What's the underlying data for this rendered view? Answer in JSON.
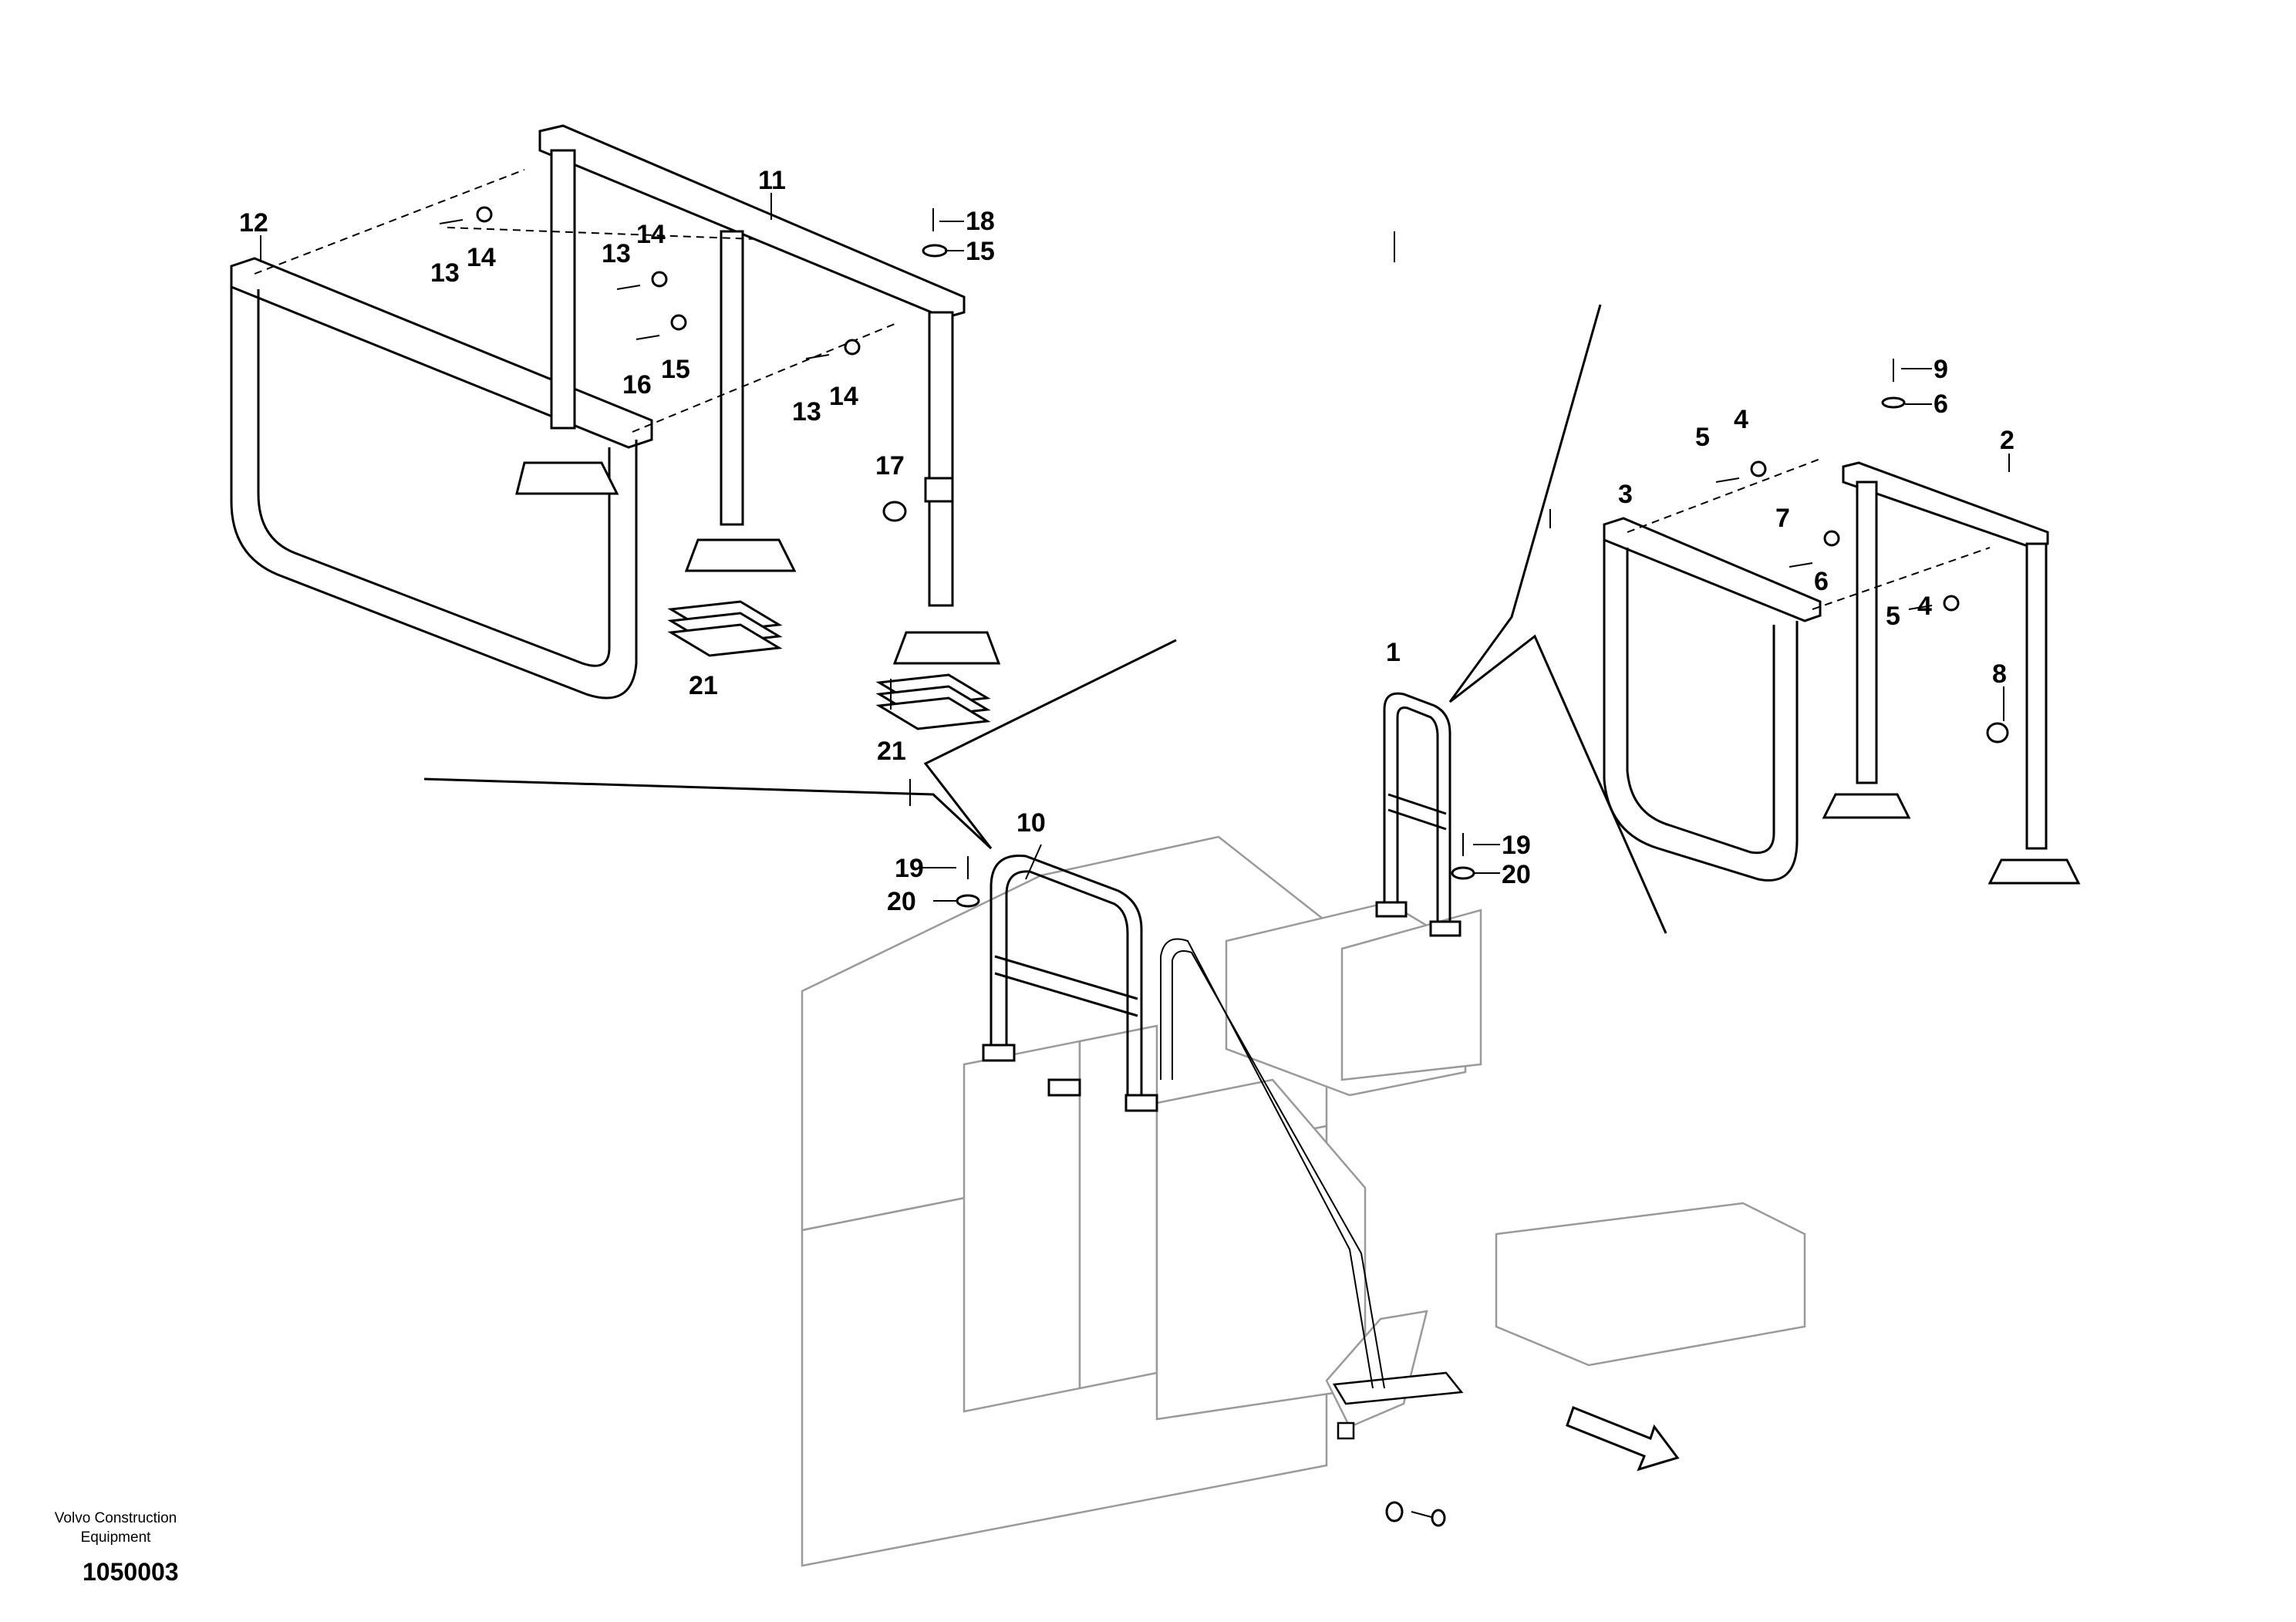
{
  "footer": {
    "company_line1": "Volvo Construction",
    "company_line2": "Equipment",
    "drawing_number": "1050003"
  },
  "callouts": {
    "c1": "1",
    "c2": "2",
    "c3": "3",
    "c4a": "4",
    "c4b": "4",
    "c5a": "5",
    "c5b": "5",
    "c6a": "6",
    "c6b": "6",
    "c7": "7",
    "c8": "8",
    "c9": "9",
    "c10": "10",
    "c11": "11",
    "c12": "12",
    "c13a": "13",
    "c13b": "13",
    "c13c": "13",
    "c14a": "14",
    "c14b": "14",
    "c14c": "14",
    "c15a": "15",
    "c15b": "15",
    "c16": "16",
    "c17": "17",
    "c18": "18",
    "c19a": "19",
    "c19b": "19",
    "c20a": "20",
    "c20b": "20",
    "c21a": "21",
    "c21b": "21"
  },
  "colors": {
    "line": "#000000",
    "machine_outline": "#9a9a9a",
    "background": "#ffffff"
  }
}
